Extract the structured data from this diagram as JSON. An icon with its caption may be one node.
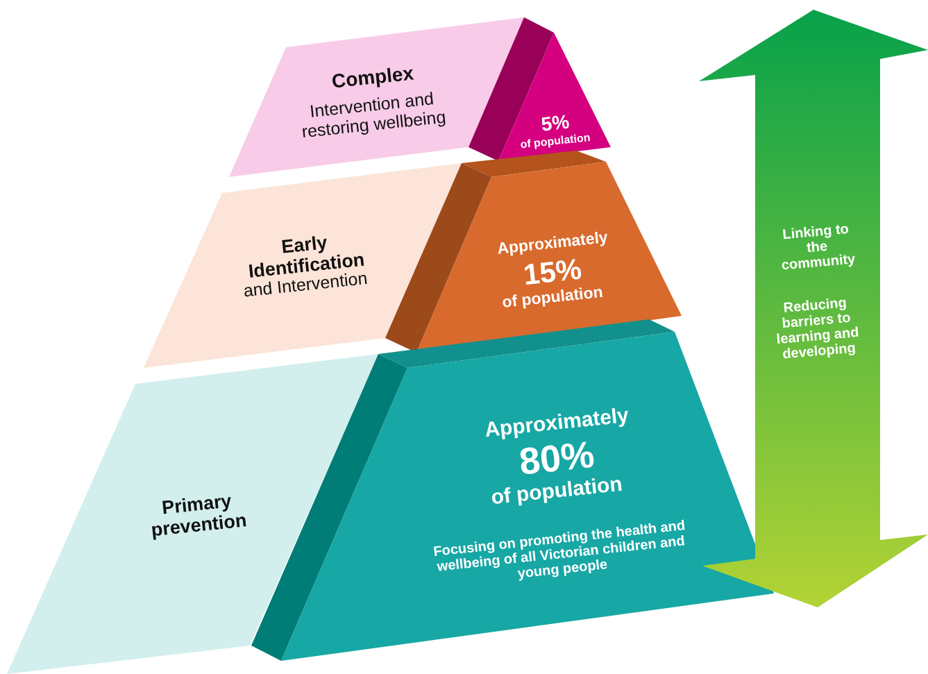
{
  "diagram": {
    "nodes": [
      {
        "text": [
          "Complex",
          "Intervention and restoring wellbeing"
        ]
      },
      {
        "text": [
          "5%",
          "of population"
        ]
      },
      {
        "text": [
          "Early Identification",
          "and Intervention"
        ]
      },
      {
        "text": [
          "Approximately",
          "15%",
          "of population"
        ]
      },
      {
        "text": [
          "Primary prevention"
        ]
      },
      {
        "text": [
          "Approximately",
          "80%",
          "of population",
          "Focusing on promoting the health and wellbeing of all Victorian children and young people"
        ]
      },
      {
        "text": [
          "Linking to the community",
          "Reducing barriers to learning and developing"
        ]
      }
    ]
  }
}
